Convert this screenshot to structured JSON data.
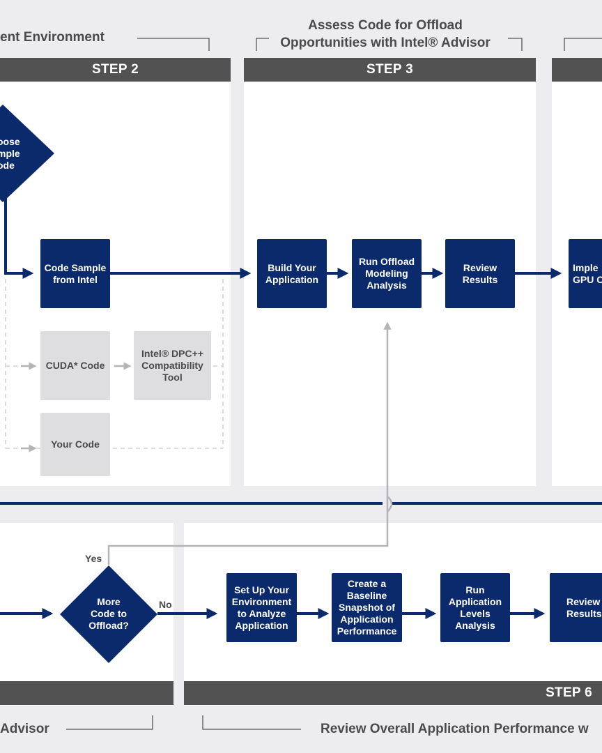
{
  "colors": {
    "navy": "#0a2a6b",
    "header": "#525252",
    "panel": "#ffffff",
    "background": "#ededf0",
    "dashed": "#c8c8cc",
    "gray_arrow": "#b4b4b8"
  },
  "headings": {
    "step2_top": "ent Environment",
    "step3_top": "Assess Code for Offload\nOpportunities with Intel® Advisor",
    "bottom_left": "Advisor",
    "bottom_right": "Review Overall Application Performance w"
  },
  "steps": {
    "step2": "STEP 2",
    "step3": "STEP 3",
    "step6": "STEP 6"
  },
  "nodes": {
    "choose_sample": "oose\nmple\node",
    "code_sample_intel": "Code Sample\nfrom Intel",
    "cuda_code": "CUDA* Code",
    "dpcpp_tool": "Intel® DPC++\nCompatibility\nTool",
    "your_code": "Your Code",
    "build_app": "Build Your\nApplication",
    "run_offload": "Run Offload\nModeling\nAnalysis",
    "review_results_top": "Review\nResults",
    "implement_gpu": "Imple\nGPU C",
    "more_code": "More\nCode to\nOffload?",
    "setup_env": "Set Up Your\nEnvironment\nto Analyze\nApplication",
    "create_baseline": "Create a\nBaseline\nSnapshot of\nApplication\nPerformance",
    "run_app_levels": "Run\nApplication\nLevels\nAnalysis",
    "review_results_bottom": "Review\nResults"
  },
  "labels": {
    "yes": "Yes",
    "no": "No"
  },
  "icons": [
    "arrow-right-icon",
    "arrow-up-icon",
    "wire-crossing-hop"
  ]
}
